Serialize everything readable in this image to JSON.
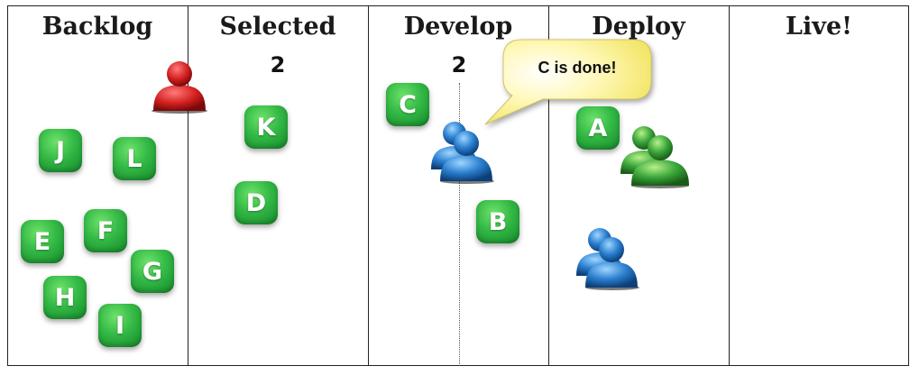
{
  "board": {
    "columns": [
      {
        "title": "Backlog"
      },
      {
        "title": "Selected",
        "wip_limit": "2"
      },
      {
        "title": "Develop",
        "wip_limit": "2"
      },
      {
        "title": "Deploy"
      },
      {
        "title": "Live!"
      }
    ],
    "cards": {
      "J": "J",
      "L": "L",
      "E": "E",
      "F": "F",
      "G": "G",
      "H": "H",
      "I": "I",
      "K": "K",
      "D": "D",
      "C": "C",
      "B": "B",
      "A": "A"
    },
    "speech_bubble": "C is done!",
    "colors": {
      "card_green": "#2fb544",
      "person_red": "#d21f1f",
      "person_blue": "#2a7fd0",
      "person_green": "#3aa63a",
      "bubble_yellow": "#fff8a0"
    }
  }
}
